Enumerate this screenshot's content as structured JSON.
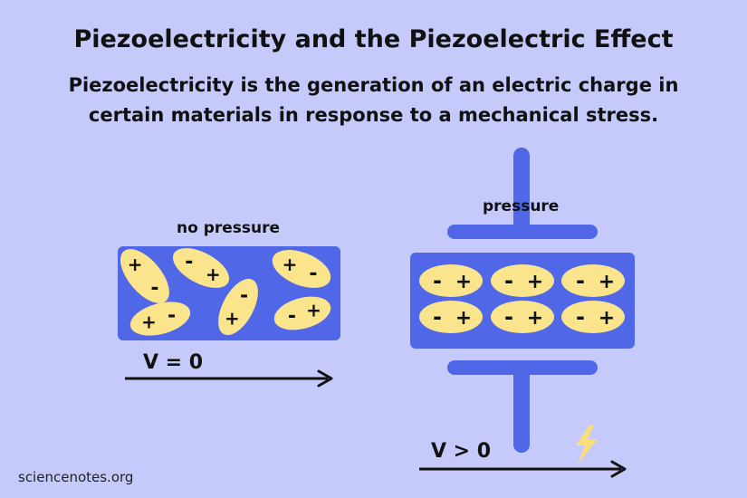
{
  "title": "Piezoelectricity and the Piezoelectric Effect",
  "subtitle_line1": "Piezoelectricity is the generation of an electric charge in",
  "subtitle_line2": "certain materials in response to a mechanical stress.",
  "left_label": "no pressure",
  "left_voltage": "V = 0",
  "right_label": "pressure",
  "right_voltage": "V > 0",
  "credit": "sciencenotes.org",
  "colors": {
    "background": "#c5cafb",
    "crystal_block": "#5067e8",
    "dipole": "#fbe58c",
    "lightning": "#f8df7a"
  },
  "icons": [
    "lightning-bolt-icon",
    "arrow-right-icon"
  ]
}
